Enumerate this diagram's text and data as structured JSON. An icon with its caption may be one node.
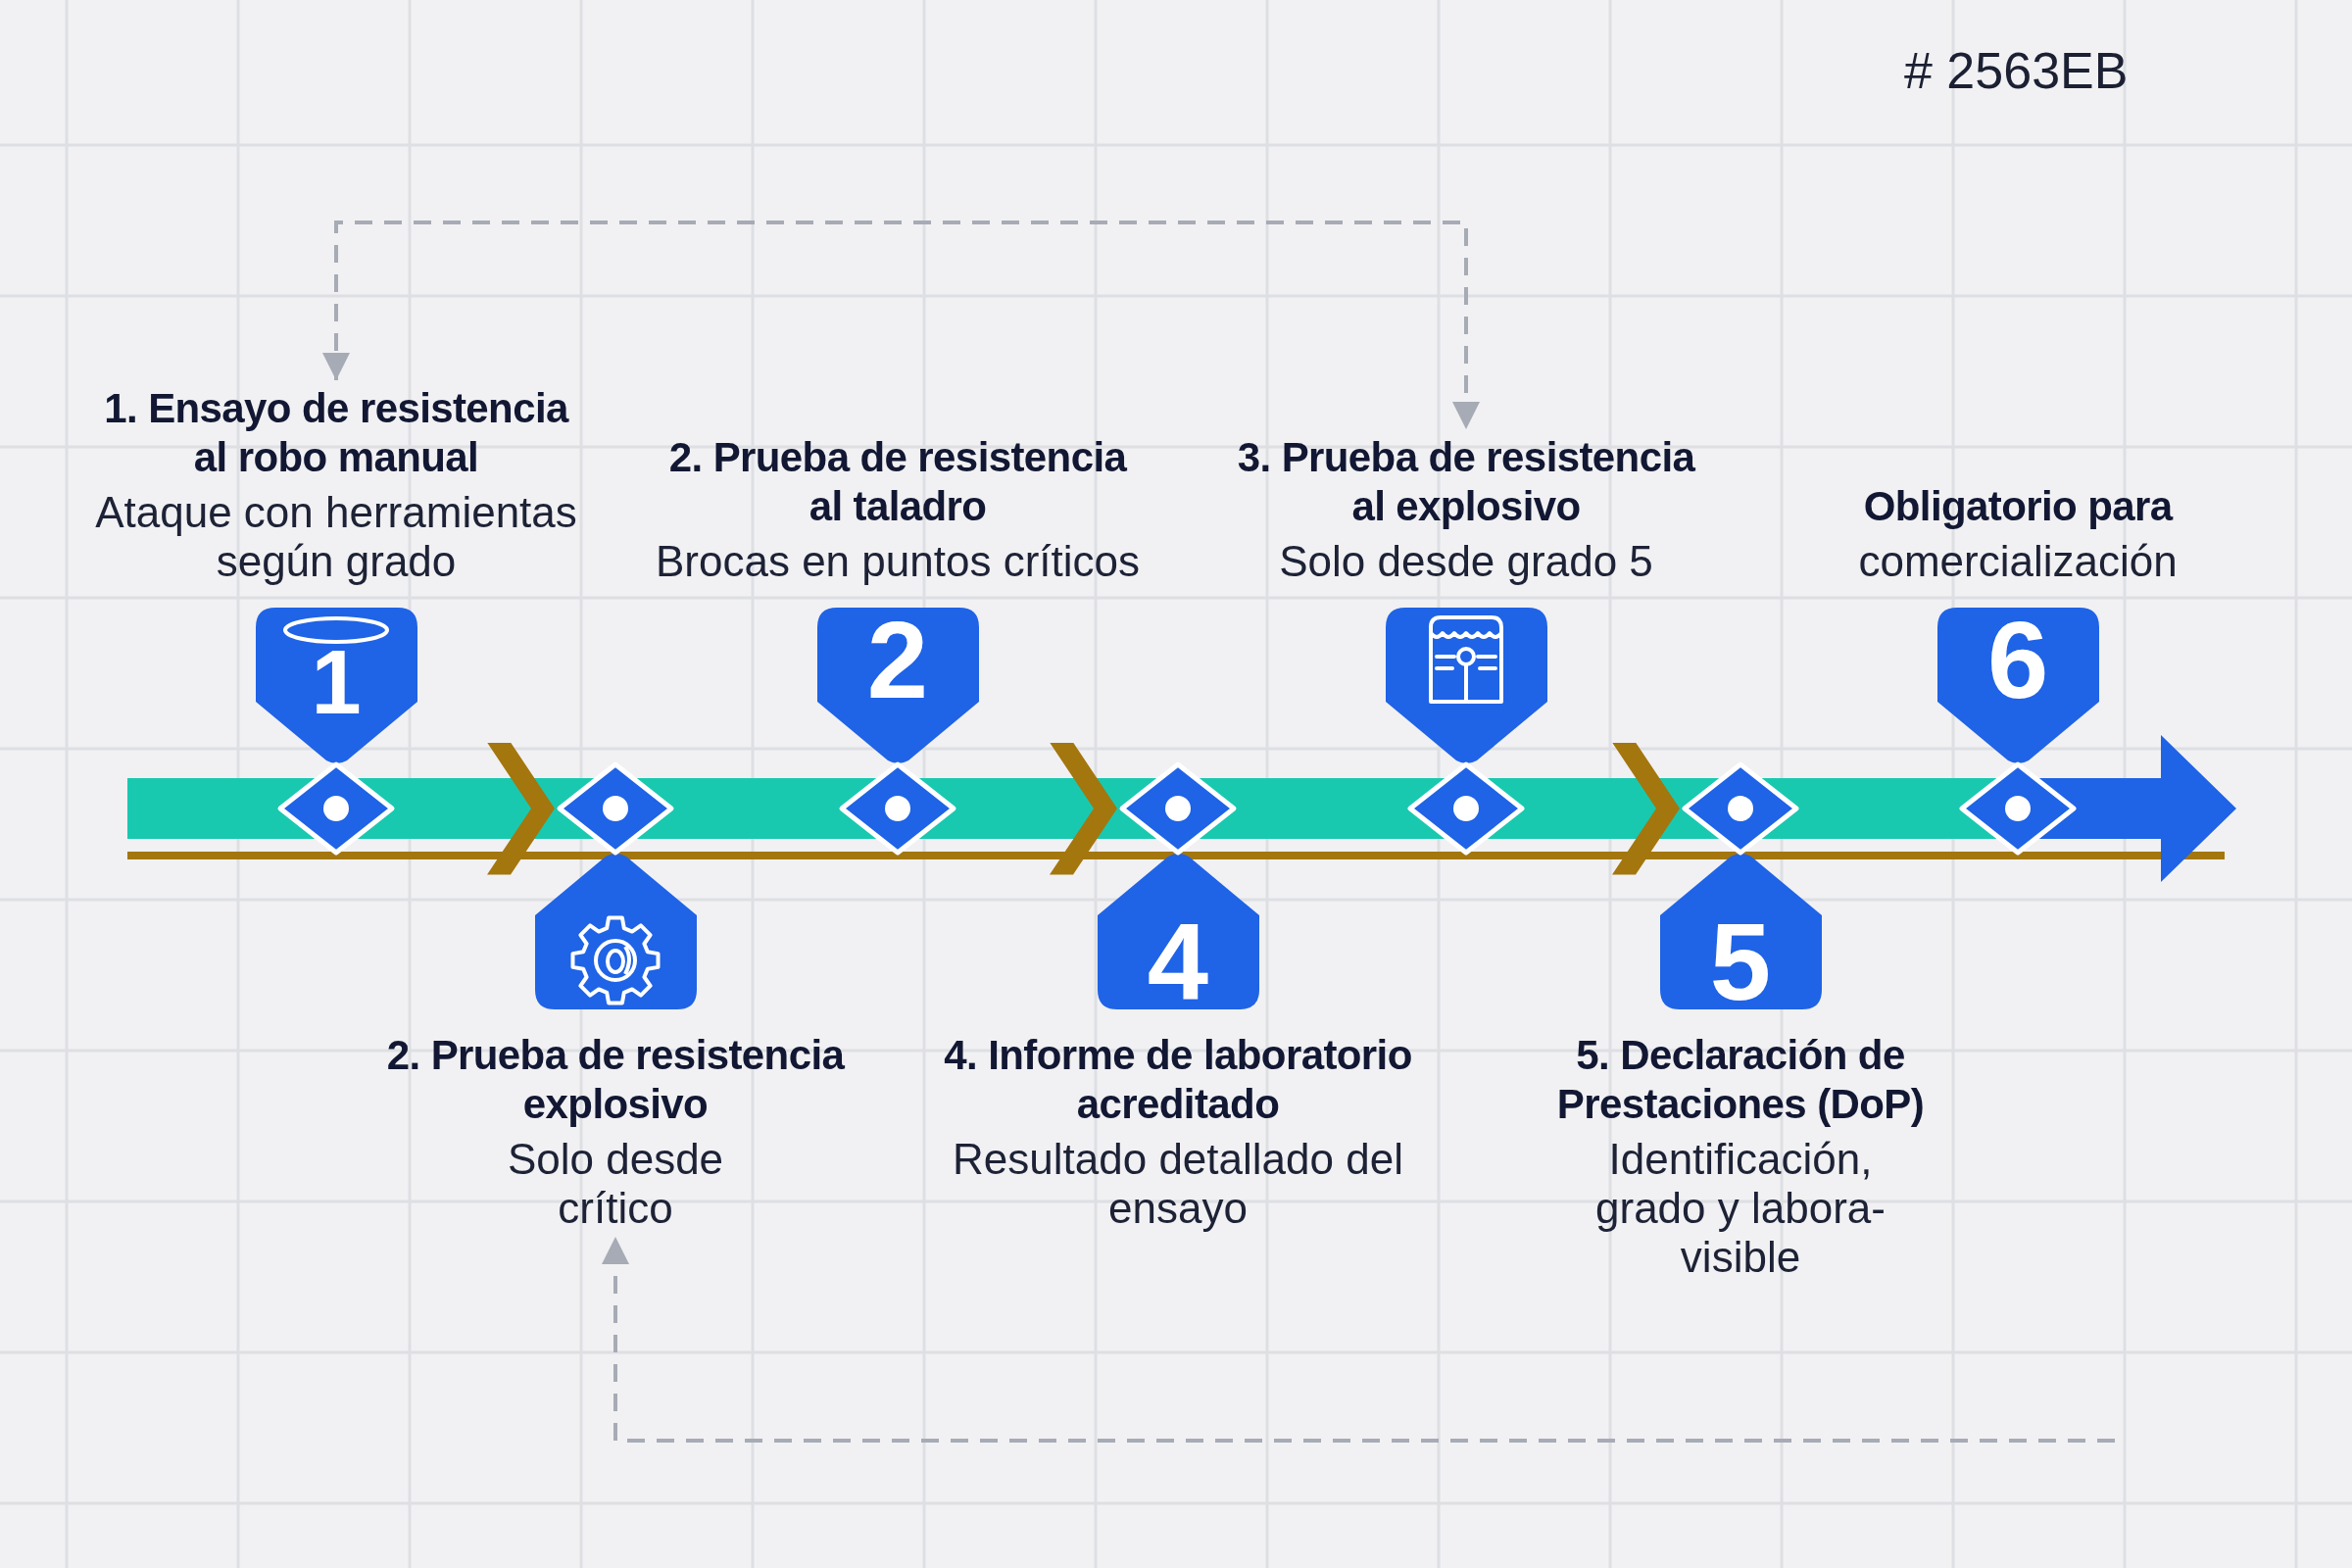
{
  "diagram": {
    "nodes": [
      {
        "text": [
          "1. Ensayo de resistencia al robo manual",
          "Ataque con herramientas según grado",
          "1"
        ]
      },
      {
        "text": [
          "2. Prueba de resistencia explosivo",
          "Solo desde crítico"
        ]
      },
      {
        "text": [
          "2. Prueba de resistencia al taladro",
          "Brocas en puntos críticos",
          "2"
        ]
      },
      {
        "text": [
          "4",
          "4. Informe de laboratorio acreditado",
          "Resultado detallado del ensayo"
        ]
      },
      {
        "text": [
          "3. Prueba de resistencia al explosivo",
          "Solo desde grado 5"
        ]
      },
      {
        "text": [
          "5",
          "5. Declaración de Prestaciones (DoP)",
          "Identificación, grado y labora- visible"
        ]
      },
      {
        "text": [
          "Obligatorio para",
          "comercialización",
          "6"
        ]
      },
      {
        "text": [],
        "shape": "diamond"
      },
      {
        "text": [],
        "shape": "diamond"
      },
      {
        "text": [],
        "shape": "diamond"
      },
      {
        "text": [],
        "shape": "diamond"
      },
      {
        "text": [],
        "shape": "diamond"
      },
      {
        "text": [],
        "shape": "diamond"
      },
      {
        "text": [],
        "shape": "diamond"
      },
      {
        "text": [],
        "shape": "arrow"
      }
    ],
    "edges": [
      {
        "from": null,
        "to": 7,
        "arrow": "none"
      },
      {
        "from": 7,
        "to": 8,
        "arrow": "to"
      },
      {
        "from": 8,
        "to": 9,
        "arrow": "none"
      },
      {
        "from": 9,
        "to": 10,
        "arrow": "to"
      },
      {
        "from": 10,
        "to": 11,
        "arrow": "none"
      },
      {
        "from": 11,
        "to": 12,
        "arrow": "to"
      },
      {
        "from": 12,
        "to": 13,
        "arrow": "none"
      },
      {
        "from": 0,
        "to": 4,
        "arrow": "both",
        "style": "dashed",
        "color": "#a6abb5"
      },
      {
        "from": null,
        "to": 1,
        "arrow": "to",
        "style": "dashed",
        "color": "#a6abb5"
      }
    ],
    "labels": [
      "# 2563EB"
    ]
  }
}
